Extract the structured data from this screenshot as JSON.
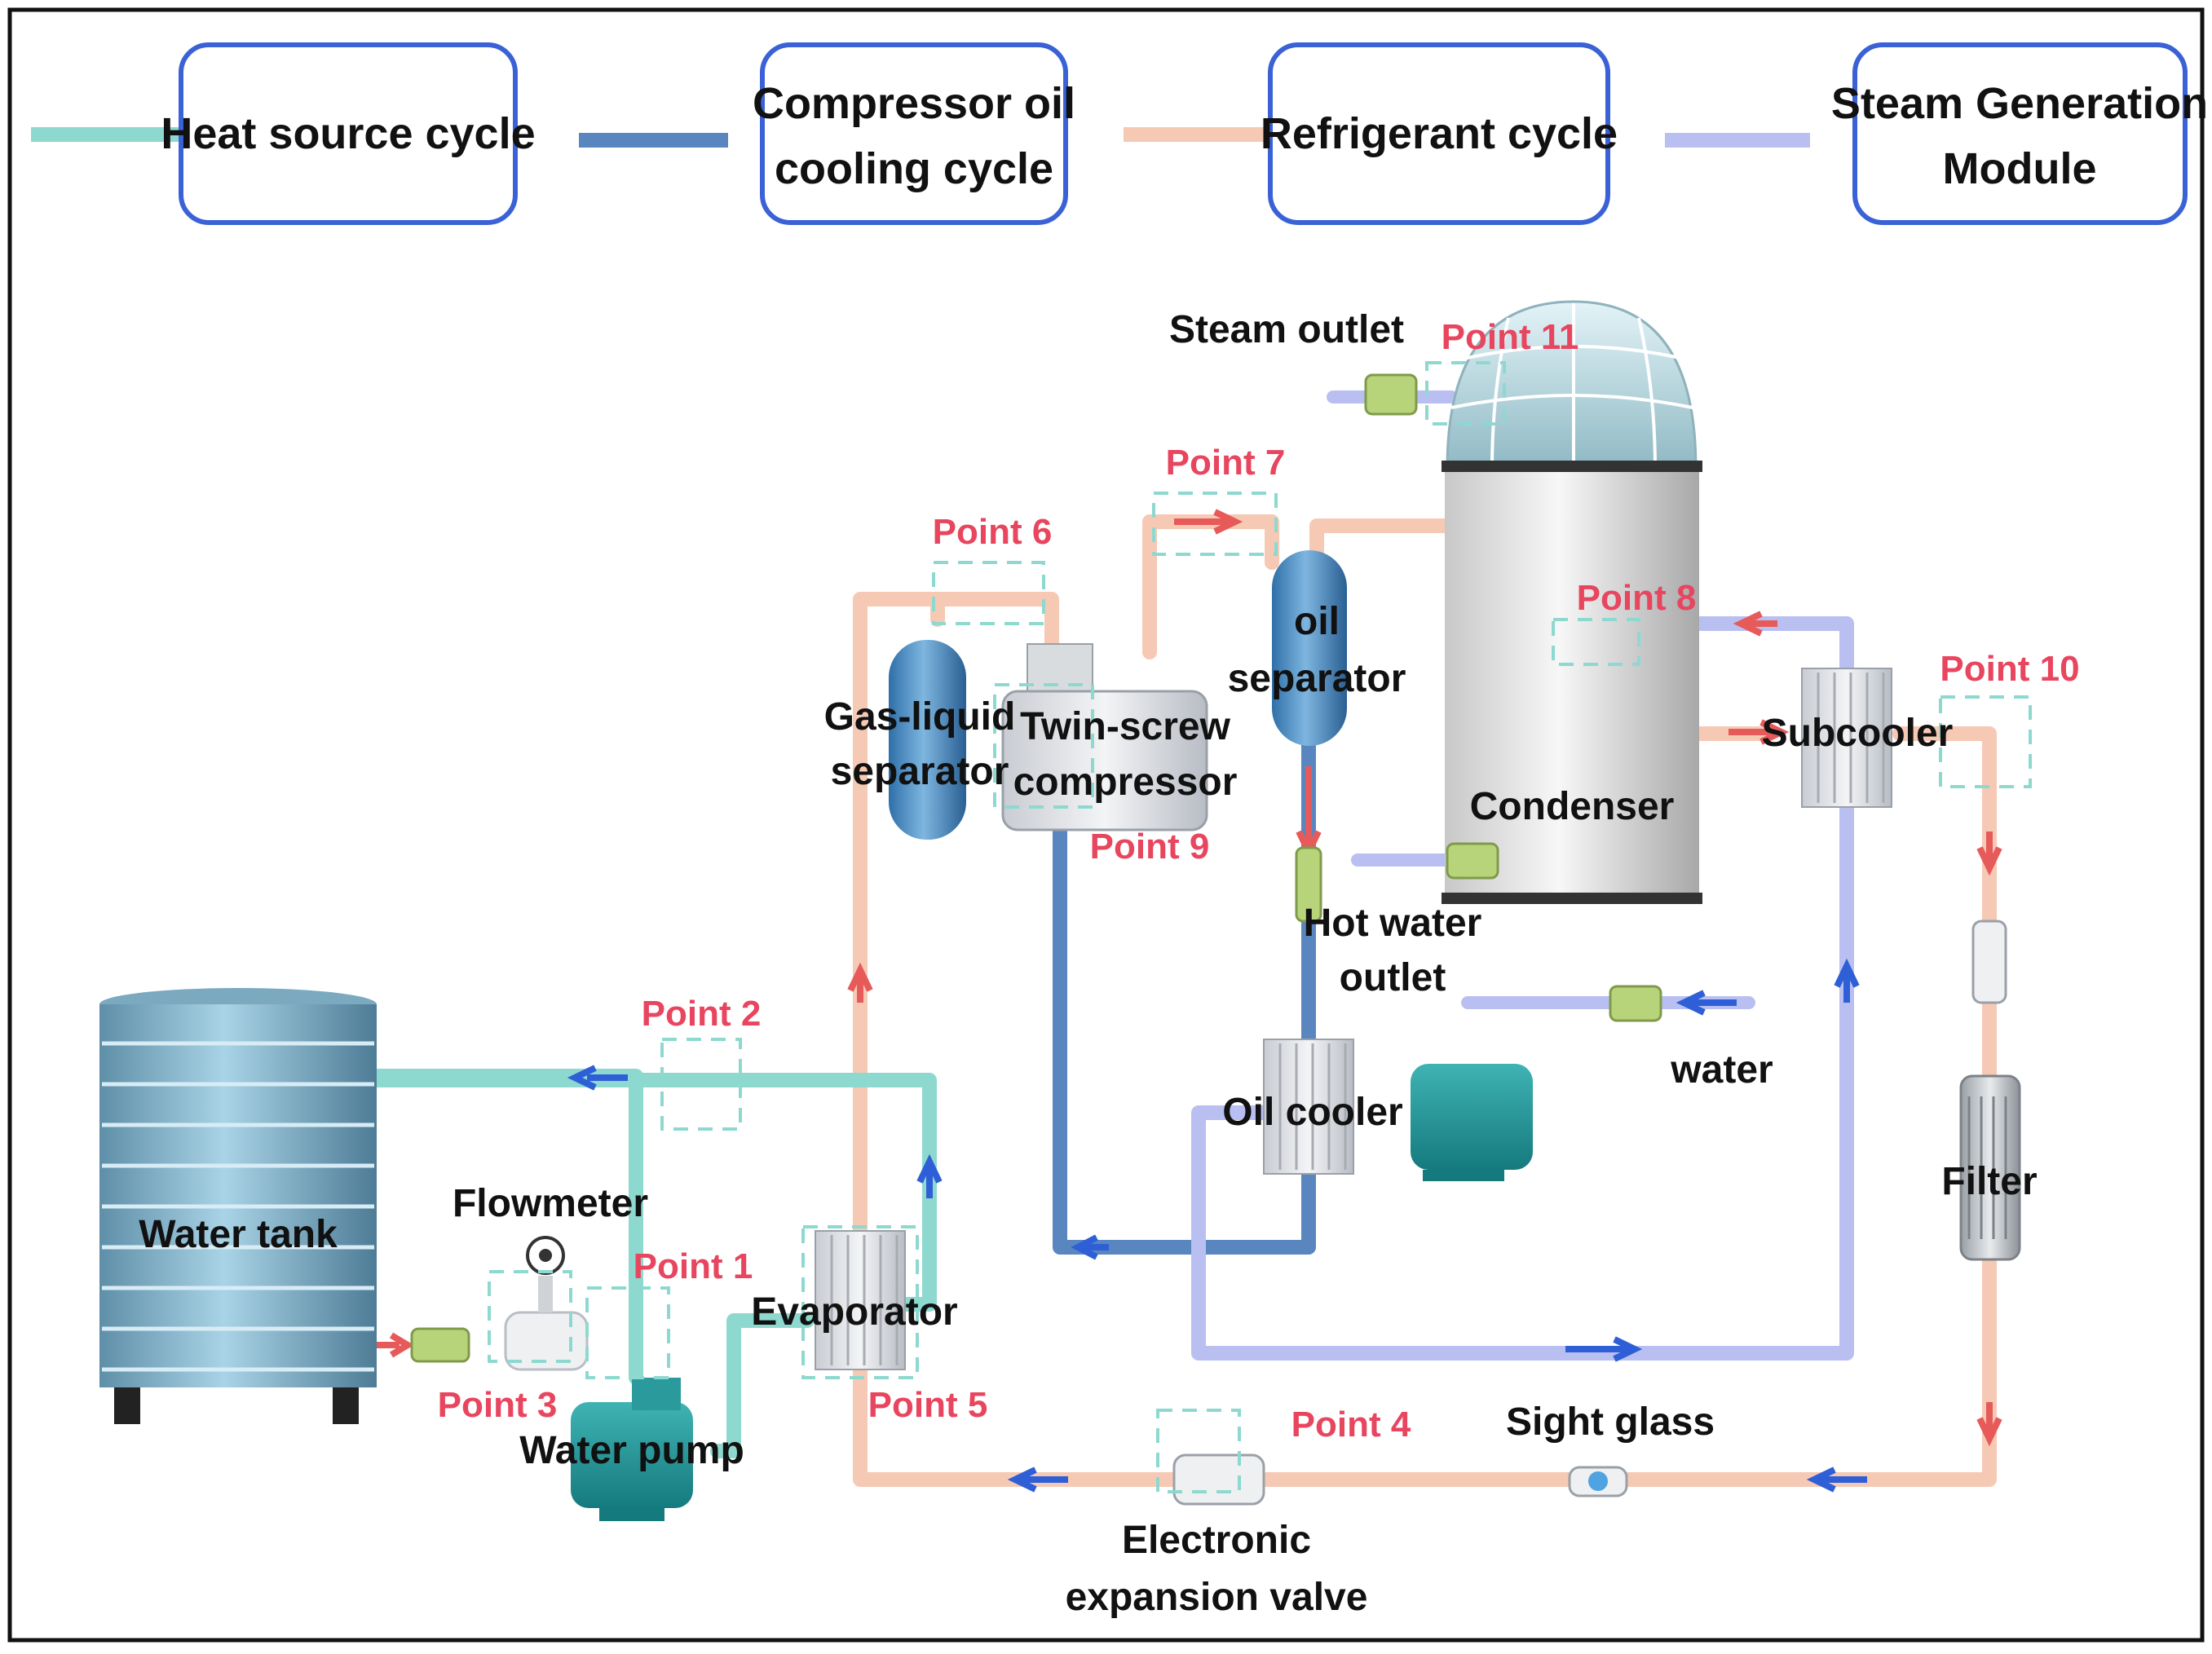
{
  "legend": {
    "heat_source": "Heat source cycle",
    "oil_cycle_line1": "Compressor oil",
    "oil_cycle_line2": "cooling cycle",
    "refrigerant": "Refrigerant cycle",
    "steam_line1": "Steam Generation",
    "steam_line2": "Module"
  },
  "colors": {
    "heat_source": "#8ed9cf",
    "oil": "#5a86bf",
    "refrigerant": "#f6c9b4",
    "steam": "#b9c0f1",
    "legend_border": "#3a62d6",
    "flow_red": "#e65a5a",
    "flow_blue": "#2f5fd6",
    "point_label": "#e8455f"
  },
  "components": {
    "water_tank": "Water tank",
    "flowmeter": "Flowmeter",
    "water_pump": "Water pump",
    "evaporator": "Evaporator",
    "gas_liquid_1": "Gas-liquid",
    "gas_liquid_2": "separator",
    "compressor_1": "Twin-screw",
    "compressor_2": "compressor",
    "oil_sep_1": "oil",
    "oil_sep_2": "separator",
    "condenser": "Condenser",
    "subcooler": "Subcooler",
    "filter": "Filter",
    "oil_cooler": "Oil cooler",
    "sight_glass": "Sight glass",
    "eev_1": "Electronic",
    "eev_2": "expansion valve",
    "steam_outlet": "Steam outlet",
    "hot_water_1": "Hot water",
    "hot_water_2": "outlet",
    "water": "water"
  },
  "points": {
    "p1": "Point 1",
    "p2": "Point 2",
    "p3": "Point 3",
    "p4": "Point 4",
    "p5": "Point 5",
    "p6": "Point 6",
    "p7": "Point 7",
    "p8": "Point 8",
    "p9": "Point 9",
    "p10": "Point 10",
    "p11": "Point 11"
  }
}
